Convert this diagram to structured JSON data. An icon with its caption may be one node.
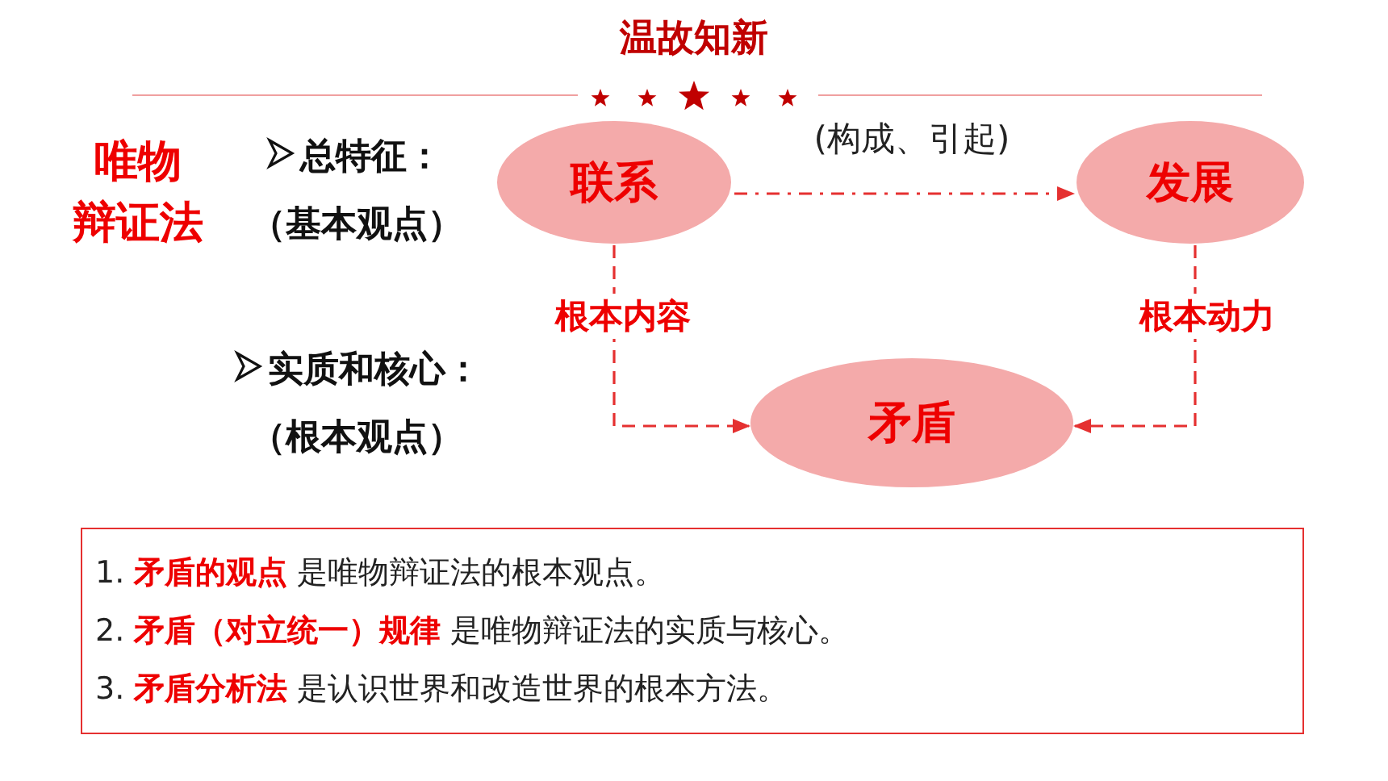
{
  "diagram": {
    "title": "温故知新",
    "nodes": [
      {
        "text": [
          "联系"
        ]
      },
      {
        "text": [
          "发展"
        ]
      },
      {
        "text": [
          "矛盾"
        ]
      },
      {
        "text": [
          "1. **矛盾的观点** 是唯物辩证法的根本观点。",
          "2. **矛盾（对立统一）规律** 是唯物辩证法的实质与核心。",
          "3. **矛盾分析法** 是认识世界和改造世界的根本方法。"
        ]
      }
    ],
    "edges": [
      {
        "from": 0,
        "to": 1,
        "arrow": "to",
        "label": "(构成、引起)",
        "style": "dashed"
      },
      {
        "from": 0,
        "to": 2,
        "arrow": "to",
        "label": "根本内容",
        "style": "dashed"
      },
      {
        "from": 1,
        "to": 2,
        "arrow": "to",
        "label": "根本动力",
        "style": "dashed"
      }
    ],
    "labels": [
      "唯物辩证法",
      "总特征：",
      "（基本观点）",
      "实质和核心：",
      "（根本观点）"
    ]
  }
}
